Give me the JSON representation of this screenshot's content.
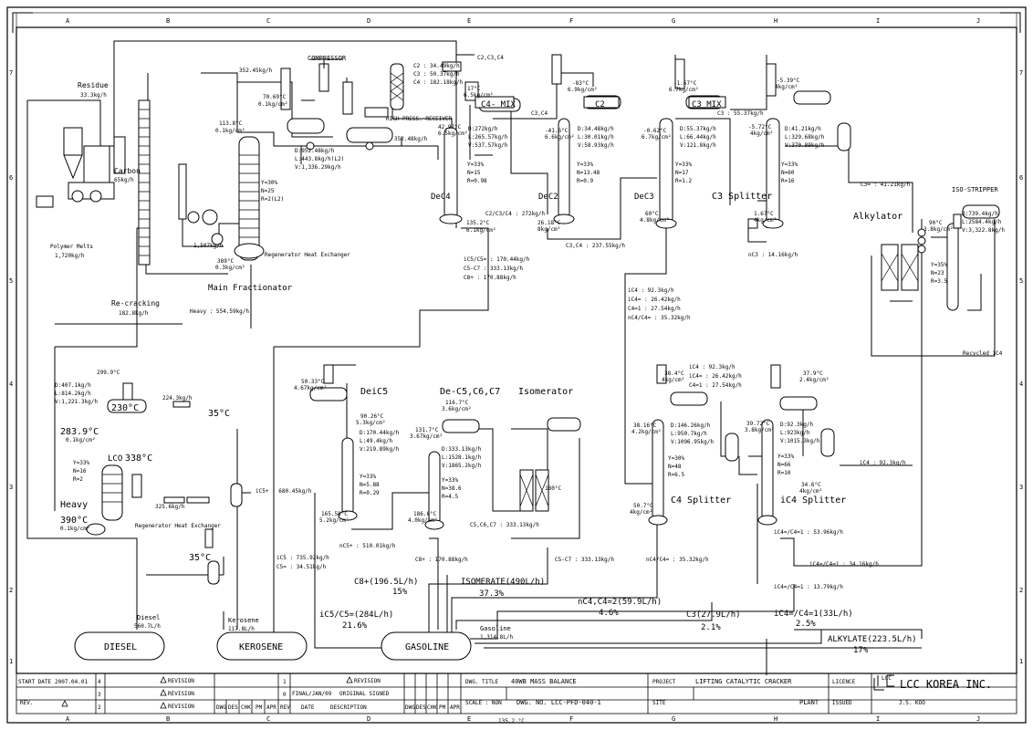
{
  "grid": {
    "columns": [
      "A",
      "B",
      "C",
      "D",
      "E",
      "F",
      "G",
      "H",
      "I",
      "J"
    ],
    "rows": [
      "7",
      "6",
      "5",
      "4",
      "3",
      "2",
      "1"
    ]
  },
  "units": {
    "compressor": "COMPRESSOR",
    "receiver": "HIGH PRESS. RECEIVER",
    "main_fractionator": "Main Fractionator",
    "regenerator_top": "Regenerator Heat Exchanger",
    "regenerator_bottom": "Regenerator Heat Exchanger",
    "lco": "LCO",
    "heavy": "Heavy",
    "dec4": "DeC4",
    "dec2": "DeC2",
    "dec3": "DeC3",
    "c3_splitter": "C3 Splitter",
    "alkylator": "Alkylator",
    "iso_stripper": "ISO-STRIPPER",
    "deic5": "DeiC5",
    "dec5c6c7": "De-C5,C6,C7",
    "isomerator": "Isomerator",
    "c4_splitter": "C4 Splitter",
    "ic4_splitter": "iC4 Splitter",
    "mix_c4": "C4- MIX",
    "mix_c2": "C2",
    "mix_c3": "C3 MIX"
  },
  "labels": {
    "residue": "Residue",
    "residue_flow": "33.3kg/h",
    "carbon": "Carbon",
    "carbon_flow": "65kg/h",
    "polymer_melts": "Polymer Melts",
    "polymer_flow": "1,720kg/h",
    "recracking": "Re-cracking",
    "recracking_flow": "182.8kg/h",
    "gas_flow": "352.45kg/h",
    "mf_temp": "113.8°C",
    "mf_press": "0.1kg/cm²",
    "mf_spec": [
      "Y=30%",
      "N=25",
      "R=2(L2)"
    ],
    "mf_flow1": "1,507kg/h",
    "mf_bot_temp": "389°C",
    "mf_bot_press": "0.3kg/cm²",
    "comp_temp": "70.69°C",
    "comp_press": "0.1kg/cm²",
    "recv_spec": [
      "D:952.48kg/h",
      "L:443.8kg/h(L2)",
      "V:1,336.29kg/h"
    ],
    "recv_flow": "352.48kg/h",
    "heavy_flow": "Heavy : 554.59kg/h",
    "lco_spec": [
      "D:407.1kg/h",
      "L:814.2kg/h",
      "V:1,221.3kg/h"
    ],
    "t230": "230°C",
    "t230_flow": "224.3kg/h",
    "t35a": "35°C",
    "t283": "283.9°C",
    "t283_press": "0.1kg/cm²",
    "lco_temp": "338°C",
    "lco_params": [
      "Y=33%",
      "N=16",
      "R=2"
    ],
    "t390": "390°C",
    "t390_press": "0.1kg/cm²",
    "lco_bot_flow": "325.6kg/h",
    "t35b": "35°C",
    "t299": "299.9°C",
    "ic5_flow": "iC5+ : 680.45kg/h",
    "ic5_split": [
      "iC5 : 735.92kg/h",
      "C5= : 34.51kg/h"
    ],
    "c2c3c4": "C2,C3,C4",
    "c2_c3_c4_flows": [
      "C2 : 34.49kg/h",
      "C3 : 50.37kg/h",
      "C4 : 182.18kg/h"
    ],
    "dec4_top": "17°C",
    "dec4_top_press": "6.5kg/cm²",
    "dec4_spec": [
      "D:272kg/h",
      "L:265.57kg/h",
      "V:537.57kg/h"
    ],
    "dec4_params": [
      "Y=33%",
      "N=15",
      "R=0.98"
    ],
    "dec4_feed": "42.97°C",
    "dec4_feed_press": "6.5kg/cm²",
    "dec4_bot": "135.2°C",
    "dec4_bot_press": "6.1kg/cm²",
    "c2c3c4_flow": "C2/C3/C4 : 272kg/h",
    "c3c4_label": "C3,C4",
    "dec2_top": "-83°C",
    "dec2_top_press": "6.9kg/cm²",
    "dec2_spec": [
      "D:34.48kg/h",
      "L:30.01kg/h",
      "V:58.93kg/h"
    ],
    "dec2_params": [
      "Y=33%",
      "N=13.48",
      "R=0.9"
    ],
    "dec2_feed": "-41.6°C",
    "dec2_feed_press": "6.6kg/cm²",
    "dec2_bot": "26.18°C",
    "dec2_bot_press": "8kg/cm²",
    "c3c4_flow": "C3,C4 : 237.55kg/h",
    "dec3_top": "-1.67°C",
    "dec3_top_press": "6.7kg/cm²",
    "dec3_spec": [
      "D:55.37kg/h",
      "L:66.44kg/h",
      "V:121.8kg/h"
    ],
    "dec3_params": [
      "Y=33%",
      "N=17",
      "R=1.2"
    ],
    "dec3_feed": "-0.62°C",
    "dec3_feed_press": "6.7kg/cm²",
    "dec3_bot": "60°C",
    "dec3_bot_press": "4.8kg/cm²",
    "c3_flow": "C3 : 55.37kg/h",
    "c3s_top": "-5.39°C",
    "c3s_top_press": "4kg/cm²",
    "c3s_feed": "-5.72°C",
    "c3s_feed_press": "4kg/cm²",
    "c3s_spec": [
      "D:41.21kg/h",
      "L:329.68kg/h",
      "V:370.89kg/h"
    ],
    "c3s_params": [
      "Y=33%",
      "N=60",
      "R=16"
    ],
    "c3s_bot": "1.67°C",
    "c3s_bot_press": "4kg/cm²",
    "c3eq_flow": "C3= : 41.21kg/h",
    "nc3_flow": "nC3 : 14.16kg/h",
    "iso_spec": [
      "D:739.4kg/h",
      "L:2584.4kg/h",
      "V:3,322.8kg/h"
    ],
    "iso_params": [
      "Y=35%",
      "N=23",
      "R=3.5"
    ],
    "iso_temp": "90°C",
    "iso_press": "3.8kg/cm²",
    "recycled": "Recycled iC4",
    "c5plus": [
      "iC5/C5= : 170.44kg/h",
      "C5-C7 : 333.13kg/h",
      "C8+ : 170.88kg/h"
    ],
    "c4_breakdown": [
      "iC4 : 92.3kg/h",
      "iC4= : 26.42kg/h",
      "C4=1 : 27.54kg/h",
      "nC4/C4= : 35.32kg/h"
    ],
    "deic5_top": "50.33°C",
    "deic5_top_press": "4.67kg/cm²",
    "deic5_feed": "90.26°C",
    "deic5_feed_press": "5.3kg/cm²",
    "deic5_spec": [
      "D:170.44kg/h",
      "L:49.4kg/h",
      "V:219.89kg/h"
    ],
    "deic5_params": [
      "Y=33%",
      "N=5.88",
      "R=0.29"
    ],
    "deic5_bot": "165.58°C",
    "deic5_bot_press": "5.2kg/cm²",
    "nc5_flow": "nC5+ : 510.01kg/h",
    "dec5_top": "116.7°C",
    "dec5_top_press": "3.6kg/cm²",
    "dec5_feed": "131.7°C",
    "dec5_feed_press": "3.67kg/cm²",
    "dec5_spec": [
      "D:333.13kg/h",
      "L:1528.1kg/h",
      "V:1865.2kg/h"
    ],
    "dec5_params": [
      "Y=33%",
      "N=38.6",
      "R=4.5"
    ],
    "dec5_bot": "186.6°C",
    "dec5_bot_press": "4.0kg/cm²",
    "c5c6c7_flow": "C5,C6,C7 : 333.13kg/h",
    "isomer_temp": "180°C",
    "c8_flow": "C8+ : 170.88kg/h",
    "c5c7_flow": "C5-C7 : 333.13kg/h",
    "c4s_spec_top": [
      "iC4 : 92.3kg/h",
      "iC4= : 26.42kg/h",
      "C4=1 : 27.54kg/h"
    ],
    "c4s_top": "38.4°C",
    "c4s_top_press": "4kg/cm²",
    "c4s_feed": "38.16°C",
    "c4s_feed_press": "4.2kg/cm²",
    "c4s_spec": [
      "D:146.26kg/h",
      "L:950.7kg/h",
      "V:1096.95kg/h"
    ],
    "c4s_params": [
      "Y=30%",
      "N=48",
      "R=6.5"
    ],
    "c4s_bot": "50.7°C",
    "c4s_bot_press": "4kg/cm²",
    "nc4_flow": "nC4/C4= : 35.32kg/h",
    "ic4s_top": "37.9°C",
    "ic4s_top_press": "2.4kg/cm²",
    "ic4s_feed": "39.72°C",
    "ic4s_feed_press": "3.8kg/cm²",
    "ic4s_spec": [
      "D:92.3kg/h",
      "L:923kg/h",
      "V:1015.3kg/h"
    ],
    "ic4s_params": [
      "Y=33%",
      "N=66",
      "R=10"
    ],
    "ic4s_bot": "34.6°C",
    "ic4s_bot_press": "4kg/cm²",
    "ic4_out": "iC4 : 92.3kg/h",
    "ic4c41_flow": "iC4=/C4=1 : 53.96kg/h",
    "ic4c41_flow2": "iC4=/C4=1 : 34.16kg/h",
    "ic4c41_flow3": "iC4=/C4=1 : 13.79kg/h",
    "diesel_name": "Diesel",
    "diesel_vol": "560.7L/h",
    "kerosene_name": "Kerosene",
    "kerosene_vol": "117.8L/h",
    "gasoline_name": "Gasoline",
    "gasoline_vol": "1,314.8L/h",
    "c8_pct": "C8+(196.5L/h)",
    "c8_share": "15%",
    "isomerate_pct": "ISOMERATE(490L/h)",
    "isomerate_share": "37.3%",
    "ic5_pct": "iC5/C5=(284L/h)",
    "ic5_share": "21.6%",
    "nc4_pct": "nC4,C4=2(59.9L/h)",
    "nc4_share": "4.6%",
    "c3_pct": "C3(27.9L/h)",
    "c3_share": "2.1%",
    "ic4_pct": "iC4=/C4=1(33L/h)",
    "ic4_share": "2.5%",
    "alky_pct": "ALKYLATE(223.5L/h)",
    "alky_share": "17%"
  },
  "products": {
    "diesel": "DIESEL",
    "kerosene": "KEROSENE",
    "gasoline": "GASOLINE"
  },
  "title_block": {
    "start_date_label": "START DATE",
    "start_date": "2007.04.01",
    "rev_label": "REV.",
    "revision": "REVISION",
    "rev_rows": [
      "4",
      "3",
      "2"
    ],
    "rev_marks": [
      "1",
      "0"
    ],
    "col_headers": [
      "DWG",
      "DES",
      "CHK",
      "PM",
      "APR",
      "REV",
      "DATE",
      "DESCRIPTION"
    ],
    "rev_date0": "FINAL/JAN/09",
    "orig_signed": "ORIGINAL SIGNED",
    "dwg_title_label": "DWG. TITLE",
    "dwg_title": "40WB MASS BALANCE",
    "scale_label": "SCALE : NON",
    "dwg_no": "DWG. NO. LCC-PFD-040-1",
    "project_label": "PROJECT",
    "project": "LIFTING CATALYTIC CRACKER",
    "site_label": "SITE",
    "plant": "PLANT",
    "licence_label": "LICENCE",
    "issued_label": "ISSUED",
    "issued_by": "J.S. KOO",
    "company": "LCC KOREA INC.",
    "logo_text": "LCC",
    "bottom_stray": "135.2 °C"
  }
}
